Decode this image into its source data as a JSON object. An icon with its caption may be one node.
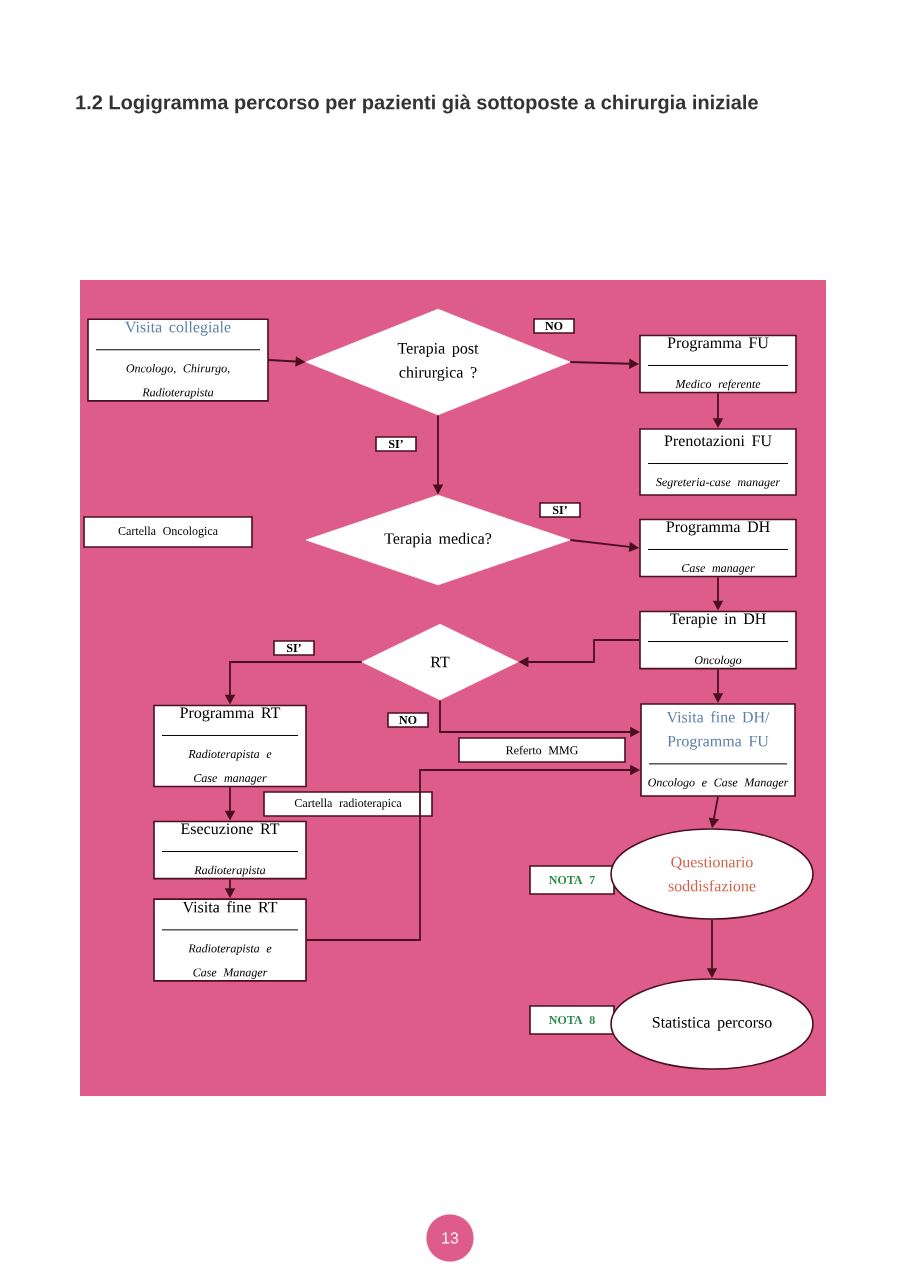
{
  "diagram": {
    "title": "1.2 Logigramma percorso per pazienti già sottoposte a chirurgia iniziale",
    "nodes": [
      {
        "text": [
          "Visita collegiale",
          "Oncologo, Chirurgo, Radioterapista"
        ]
      },
      {
        "text": [
          "Terapia post chirurgica ?"
        ]
      },
      {
        "text": [
          "Programma FU",
          "Medico referente"
        ]
      },
      {
        "text": [
          "Prenotazioni FU",
          "Segreteria-case manager"
        ]
      },
      {
        "text": [
          "Cartella Oncologica"
        ]
      },
      {
        "text": [
          "Terapia medica?"
        ]
      },
      {
        "text": [
          "Programma DH",
          "Case manager"
        ]
      },
      {
        "text": [
          "Terapie in DH",
          "Oncologo"
        ]
      },
      {
        "text": [
          "RT"
        ]
      },
      {
        "text": [
          "Programma RT",
          "Radioterapista e Case manager"
        ]
      },
      {
        "text": [
          "Cartella radioterapica"
        ]
      },
      {
        "text": [
          "Esecuzione RT",
          "Radioterapista"
        ]
      },
      {
        "text": [
          "Visita fine RT",
          "Radioterapista e Case Manager"
        ]
      },
      {
        "text": [
          "Referto MMG"
        ]
      },
      {
        "text": [
          "Visita fine DH/ Programma FU",
          "Oncologo e Case Manager"
        ]
      },
      {
        "text": [
          "NOTA 7"
        ]
      },
      {
        "text": [
          "Questionario soddisfazione"
        ]
      },
      {
        "text": [
          "NOTA 8"
        ]
      },
      {
        "text": [
          "Statistica percorso"
        ]
      }
    ],
    "edges": [
      {
        "from": 0,
        "to": 1,
        "arrow": "to"
      },
      {
        "from": 1,
        "to": 2,
        "arrow": "to",
        "label": "NO"
      },
      {
        "from": 2,
        "to": 3,
        "arrow": "to"
      },
      {
        "from": 1,
        "to": 5,
        "arrow": "to",
        "label": "SI’"
      },
      {
        "from": 5,
        "to": 6,
        "arrow": "to",
        "label": "SI’"
      },
      {
        "from": 6,
        "to": 7,
        "arrow": "to"
      },
      {
        "from": 7,
        "to": 8,
        "arrow": "to"
      },
      {
        "from": 7,
        "to": 14,
        "arrow": "to"
      },
      {
        "from": 8,
        "to": 9,
        "arrow": "to",
        "label": "SI’"
      },
      {
        "from": 8,
        "to": 14,
        "arrow": "to",
        "label": "NO"
      },
      {
        "from": 9,
        "to": 11,
        "arrow": "to"
      },
      {
        "from": 11,
        "to": 12,
        "arrow": "to"
      },
      {
        "from": 12,
        "to": 14,
        "arrow": "to"
      },
      {
        "from": 14,
        "to": 16,
        "arrow": "to"
      },
      {
        "from": 16,
        "to": 18,
        "arrow": "to"
      }
    ],
    "labels": [
      "13"
    ]
  }
}
